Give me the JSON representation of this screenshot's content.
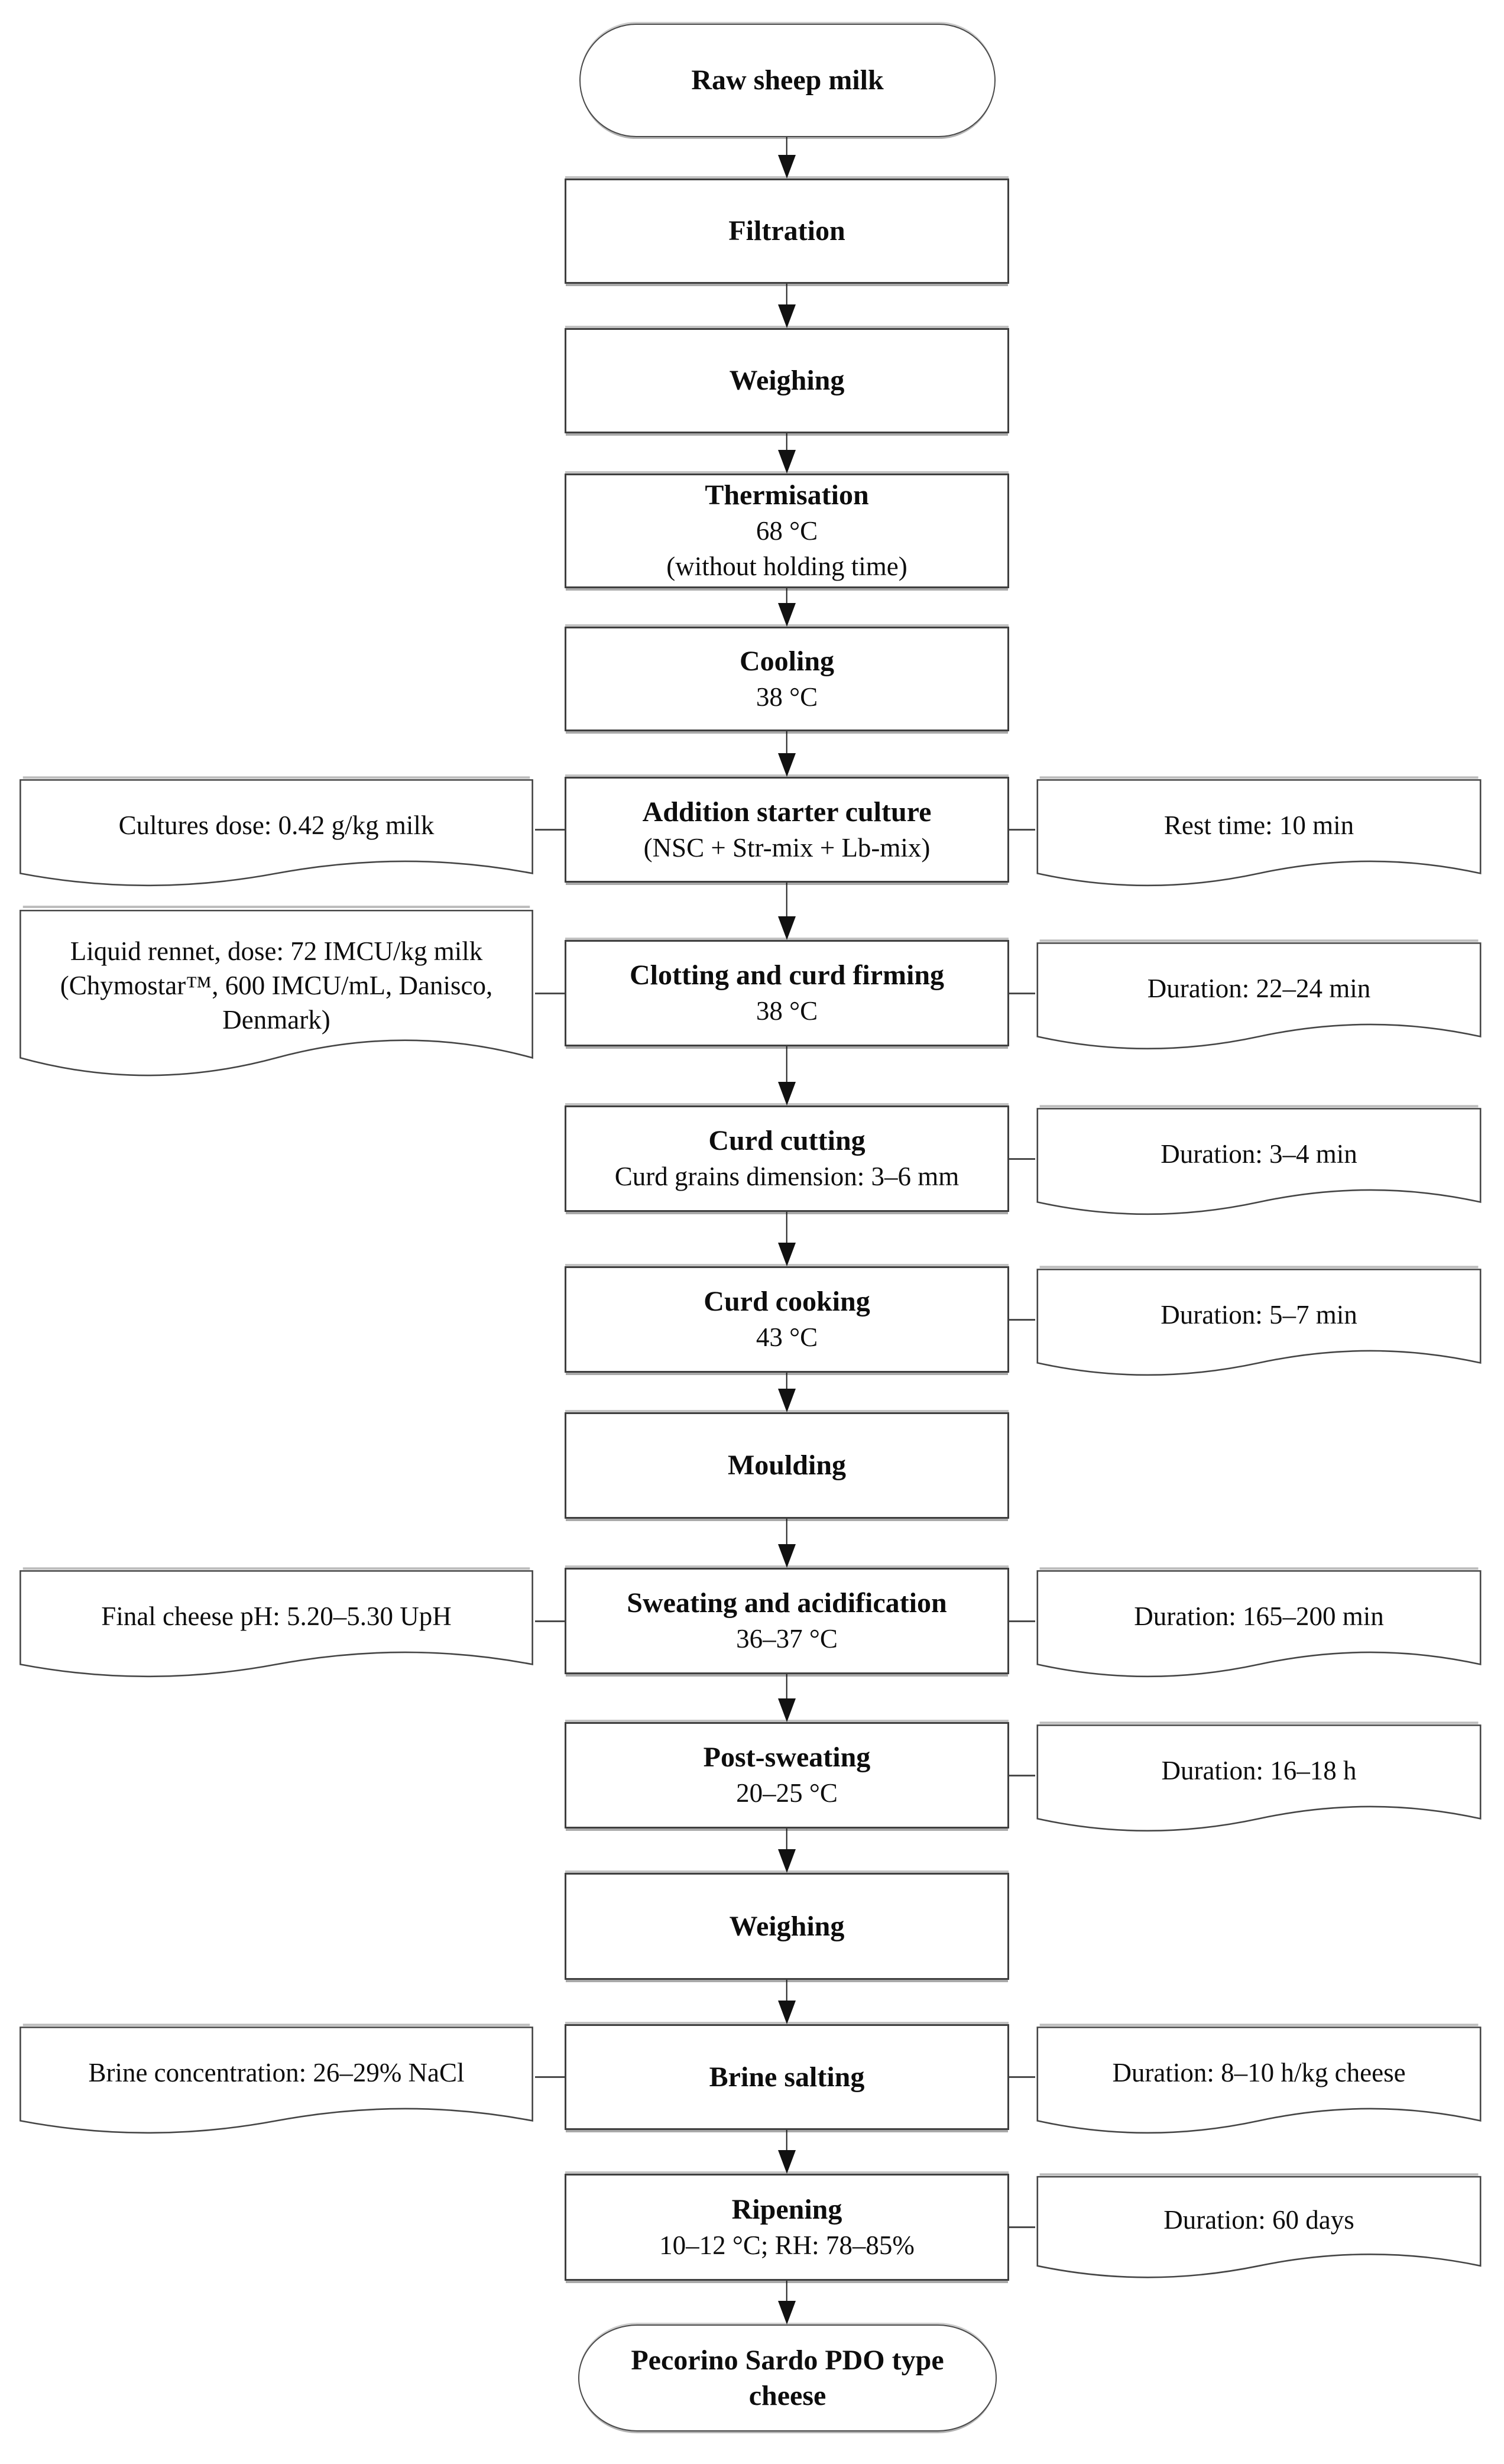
{
  "figure": {
    "description": "Flow diagram of Pecorino Sardo PDO type cheese manufacturing process"
  },
  "nodes": {
    "raw_milk": {
      "label": "Raw sheep milk"
    },
    "filtration": {
      "label": "Filtration"
    },
    "weighing_1": {
      "label": "Weighing"
    },
    "thermisation": {
      "label": "Thermisation",
      "temp": "68 °C",
      "note": "(without holding time)"
    },
    "cooling": {
      "label": "Cooling",
      "temp": "38 °C"
    },
    "starter": {
      "label": "Addition starter culture",
      "note": "(NSC + Str-mix + Lb-mix)"
    },
    "clotting": {
      "label": "Clotting and curd firming",
      "temp": "38 °C"
    },
    "curd_cutting": {
      "label": "Curd cutting",
      "note": "Curd grains dimension: 3–6 mm"
    },
    "curd_cooking": {
      "label": "Curd cooking",
      "temp": "43 °C"
    },
    "moulding": {
      "label": "Moulding"
    },
    "sweating": {
      "label": "Sweating and acidification",
      "temp": "36–37 °C"
    },
    "post_sweating": {
      "label": "Post-sweating",
      "temp": "20–25 °C"
    },
    "weighing_2": {
      "label": "Weighing"
    },
    "brine_salting": {
      "label": "Brine salting"
    },
    "ripening": {
      "label": "Ripening",
      "temp": "10–12 °C; RH: 78–85%"
    },
    "final_cheese": {
      "label": "Pecorino Sardo PDO type cheese"
    }
  },
  "notes": {
    "cultures_dose": "Cultures dose: 0.42 g/kg milk",
    "rest_time": "Rest time: 10 min",
    "liquid_rennet": "Liquid rennet, dose: 72 IMCU/kg milk (Chymostar™, 600 IMCU/mL, Danisco, Denmark)",
    "clotting_duration": "Duration: 22–24 min",
    "cutting_duration": "Duration: 3–4 min",
    "cooking_duration": "Duration: 5–7 min",
    "final_ph": "Final cheese pH: 5.20–5.30 UpH",
    "sweating_duration": "Duration: 165–200 min",
    "post_sweating_duration": "Duration: 16–18 h",
    "brine_concentration": "Brine concentration: 26–29% NaCl",
    "brine_duration": "Duration: 8–10 h/kg cheese",
    "ripening_duration": "Duration: 60 days"
  },
  "colors": {
    "stroke": "#3f3f3f",
    "arrow": "#111111",
    "background": "#ffffff"
  }
}
